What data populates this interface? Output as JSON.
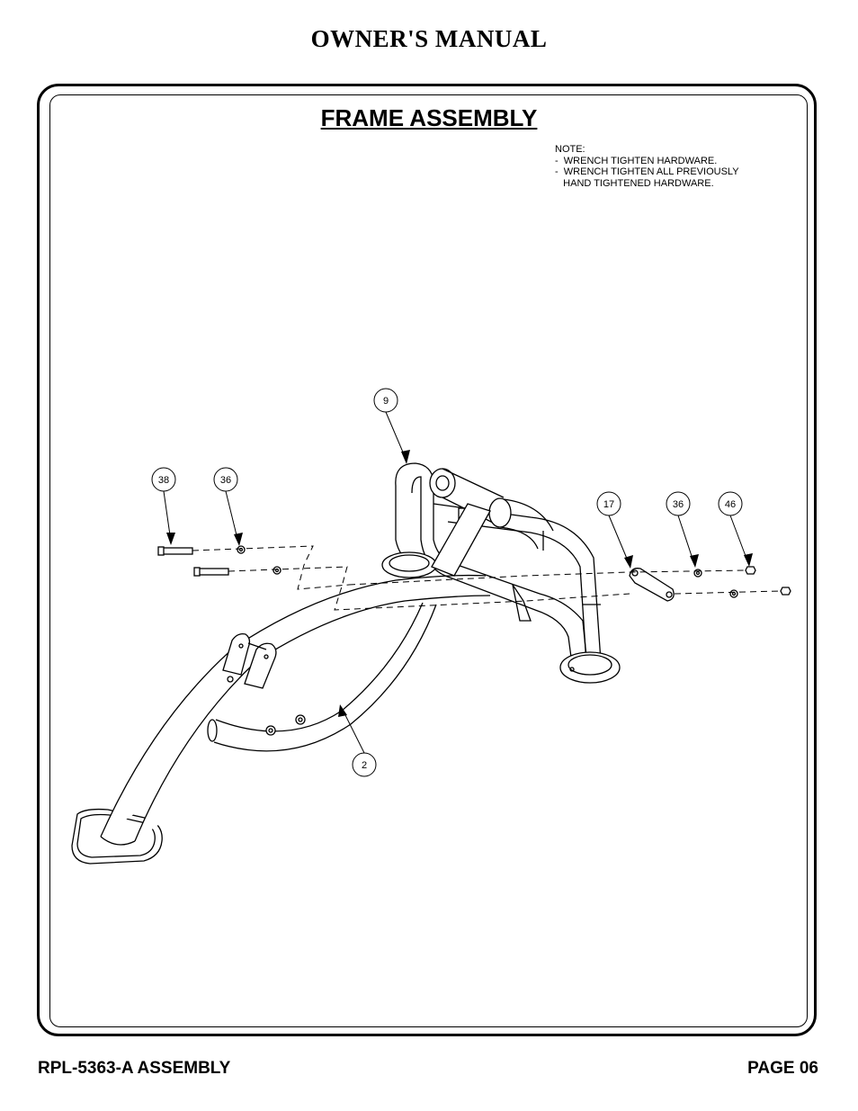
{
  "header": {
    "title": "OWNER'S MANUAL"
  },
  "section": {
    "title": "FRAME ASSEMBLY"
  },
  "note": {
    "heading": "NOTE:",
    "lines": [
      "-  WRENCH TIGHTEN HARDWARE.",
      "-  WRENCH TIGHTEN ALL PREVIOUSLY",
      "   HAND TIGHTENED HARDWARE."
    ]
  },
  "callouts": {
    "part_9": "9",
    "part_38": "38",
    "part_36_left": "36",
    "part_17": "17",
    "part_36_right": "36",
    "part_46": "46",
    "part_2": "2"
  },
  "footer": {
    "model": "RPL-5363-A ASSEMBLY",
    "page": "PAGE 06"
  }
}
